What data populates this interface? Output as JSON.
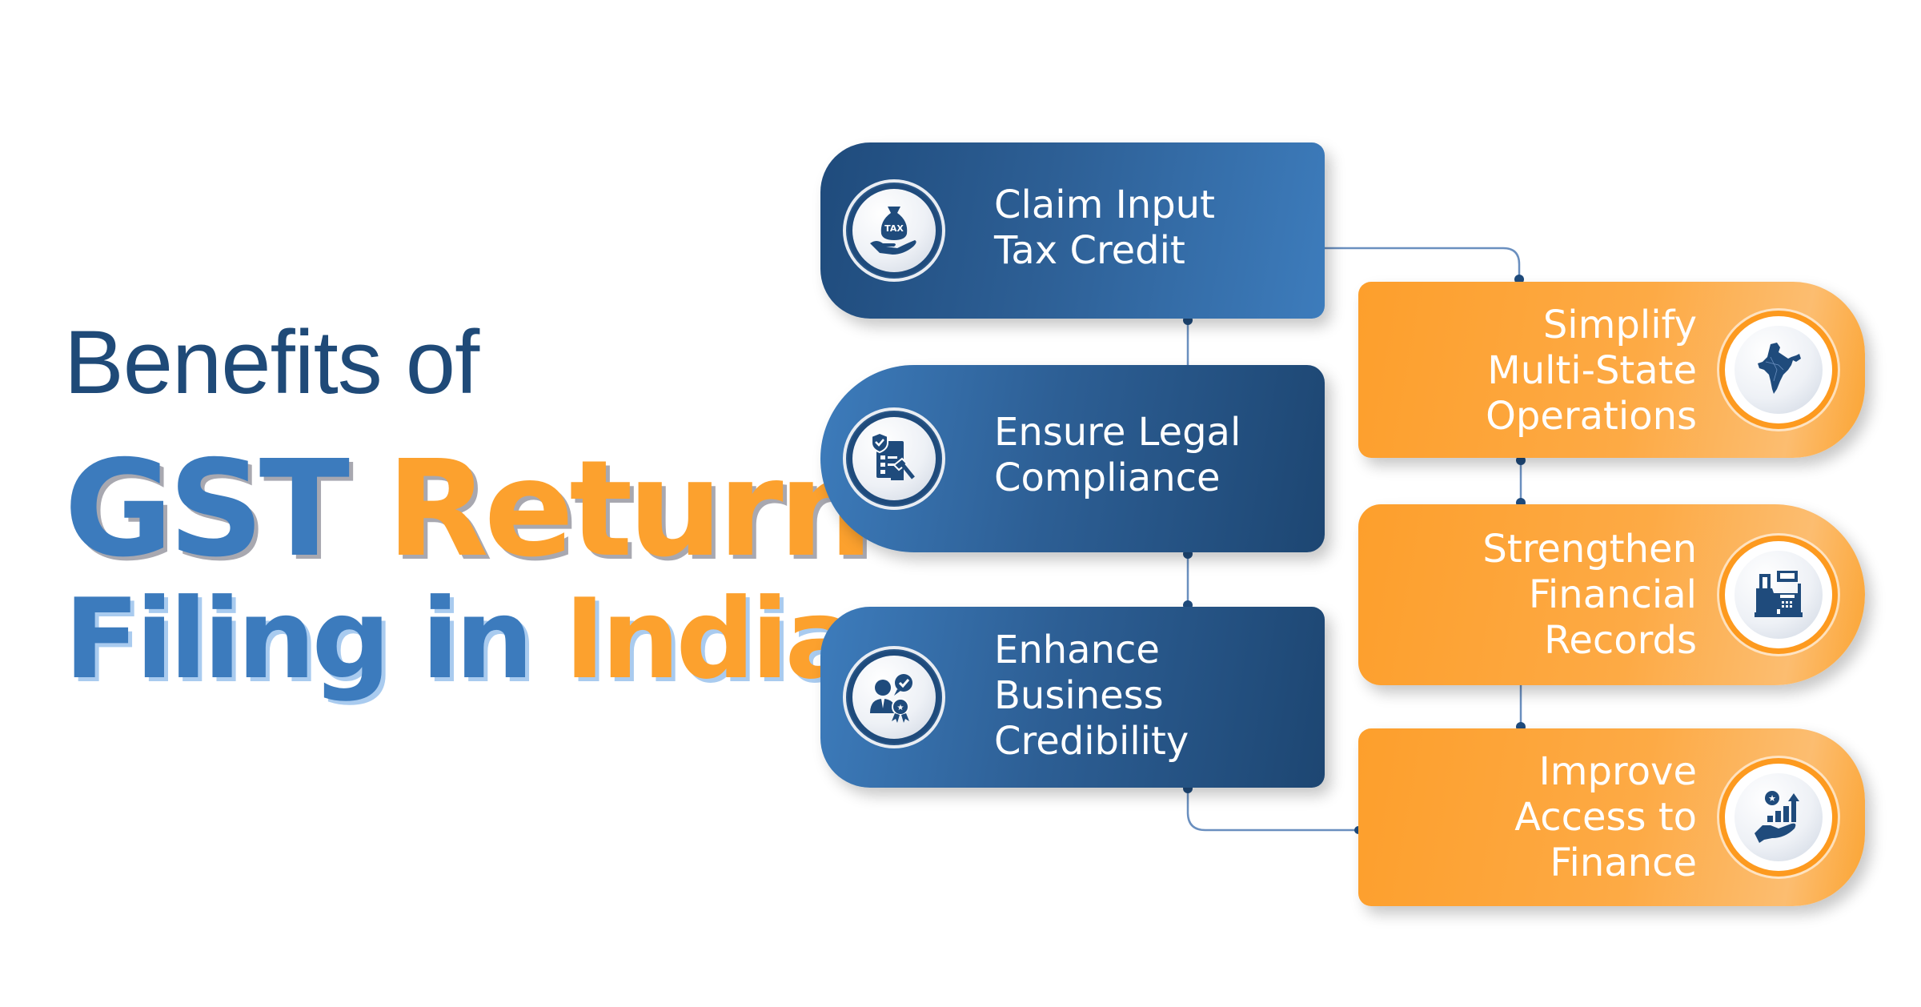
{
  "title": {
    "line1": "Benefits of",
    "line2": {
      "word1": "GST",
      "word2": "Return"
    },
    "line3": {
      "word1": "Filing in",
      "word2": "India"
    }
  },
  "colors": {
    "navy": "#1f4a78",
    "blue": "#3c7bbd",
    "orange": "#fca12e",
    "connector": "#6a8fbf"
  },
  "benefits_left": [
    {
      "line1": "Claim Input",
      "line2": "Tax Credit",
      "line3": "",
      "icon": "tax-bag-hand-icon"
    },
    {
      "line1": "Ensure Legal",
      "line2": "Compliance",
      "line3": "",
      "icon": "legal-checklist-gavel-icon"
    },
    {
      "line1": "Enhance",
      "line2": "Business",
      "line3": "Credibility",
      "icon": "businessman-badge-icon"
    }
  ],
  "benefits_right": [
    {
      "line1": "Simplify",
      "line2": "Multi-State",
      "line3": "Operations",
      "icon": "india-map-icon"
    },
    {
      "line1": "Strengthen",
      "line2": "Financial",
      "line3": "Records",
      "icon": "cash-register-icon"
    },
    {
      "line1": "Improve",
      "line2": "Access to",
      "line3": "Finance",
      "icon": "hand-growth-chart-icon"
    }
  ]
}
